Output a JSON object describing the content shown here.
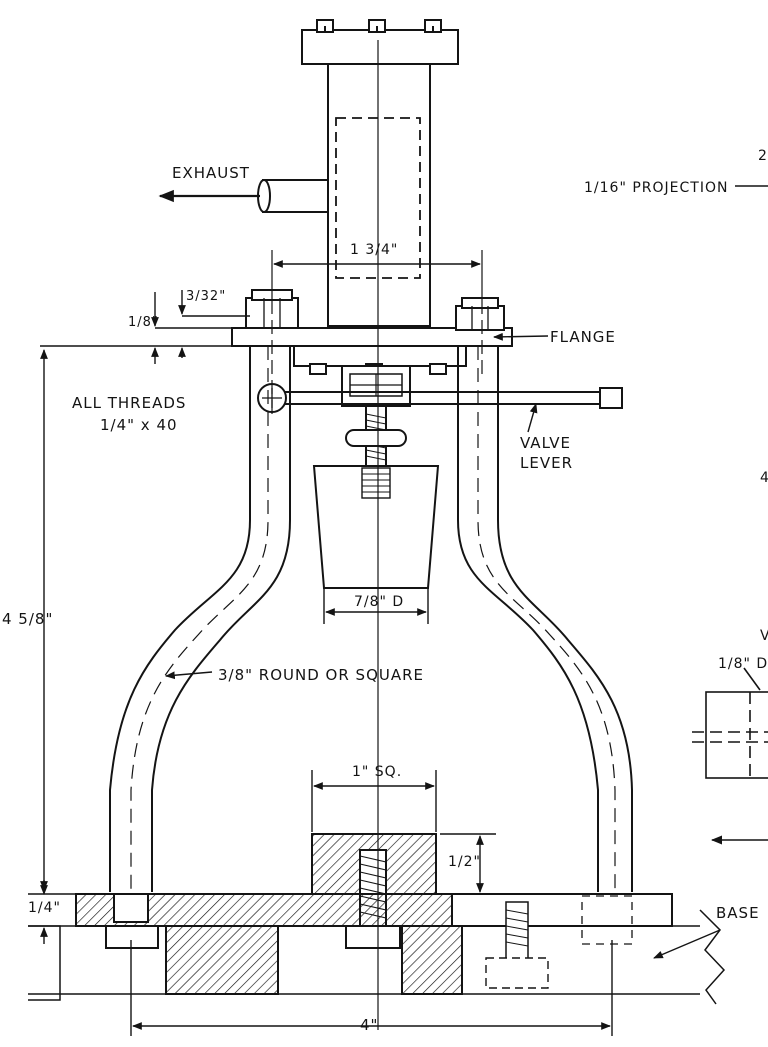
{
  "labels": {
    "exhaust": "EXHAUST",
    "projection": "1/16\" PROJECTION",
    "projection_partial": "2",
    "cyl_width": "1 3/4\"",
    "flange_thick": "1/8\"",
    "flange_offset": "3/32\"",
    "flange": "FLANGE",
    "all_threads_1": "ALL THREADS",
    "all_threads_2": "1/4\" x 40",
    "valve_lever_1": "VALVE",
    "valve_lever_2": "LEVER",
    "height": "4 5/8\"",
    "bob_dia": "7/8\" D",
    "rod": "3/8\" ROUND OR SQUARE",
    "block": "1\" SQ.",
    "block_h": "1/2\"",
    "base_thick": "1/4\"",
    "width": "4\"",
    "base": "BASE",
    "side_dia": "1/8\" D",
    "side_partial_4": "4",
    "side_partial_v": "V"
  },
  "colors": {
    "ink": "#141414",
    "paper": "#ffffff"
  }
}
